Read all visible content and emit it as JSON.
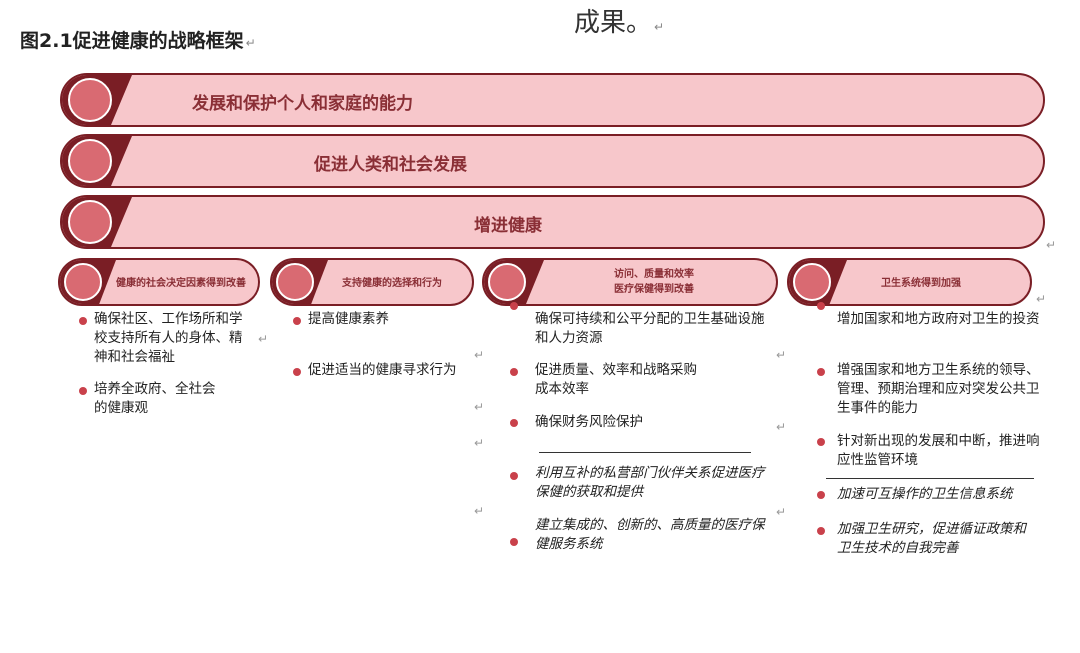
{
  "top_text": "成果。",
  "figure_title": "图2.1促进健康的战略框架",
  "banners": [
    {
      "label": "发展和保护个人和家庭的能力"
    },
    {
      "label": "促进人类和社会发展"
    },
    {
      "label": "增进健康"
    }
  ],
  "columns": [
    {
      "header": "健康的社会决定因素得到改善",
      "items": [
        "确保社区、工作场所和学校支持所有人的身体、精神和社会福祉",
        "培养全政府、全社会的健康观"
      ]
    },
    {
      "header": "支持健康的选择和行为",
      "items": [
        "提高健康素养",
        "促进适当的健康寻求行为"
      ]
    },
    {
      "header_line1": "访问、质量和效率",
      "header_line2": "医疗保健得到改善",
      "items": [
        "确保可持续和公平分配的卫生基础设施和人力资源",
        "促进质量、效率和战略采购成本效率",
        "确保财务风险保护"
      ],
      "items_italic": [
        "利用互补的私营部门伙伴关系促进医疗保健的获取和提供",
        "建立集成的、创新的、高质量的医疗保健服务系统"
      ]
    },
    {
      "header": "卫生系统得到加强",
      "items": [
        "增加国家和地方政府对卫生的投资",
        "增强国家和地方卫生系统的领导、管理、预期治理和应对突发公共卫生事件的能力",
        "针对新出现的发展和中断，推进响应性监管环境"
      ],
      "items_italic": [
        "加速可互操作的卫生信息系统",
        "加强卫生研究，促进循证政策和卫生技术的自我完善"
      ]
    }
  ],
  "colors": {
    "maroon": "#7a1e25",
    "pink": "#f7c7cb",
    "bullet": "#c9414b",
    "label": "#8a2f36"
  }
}
